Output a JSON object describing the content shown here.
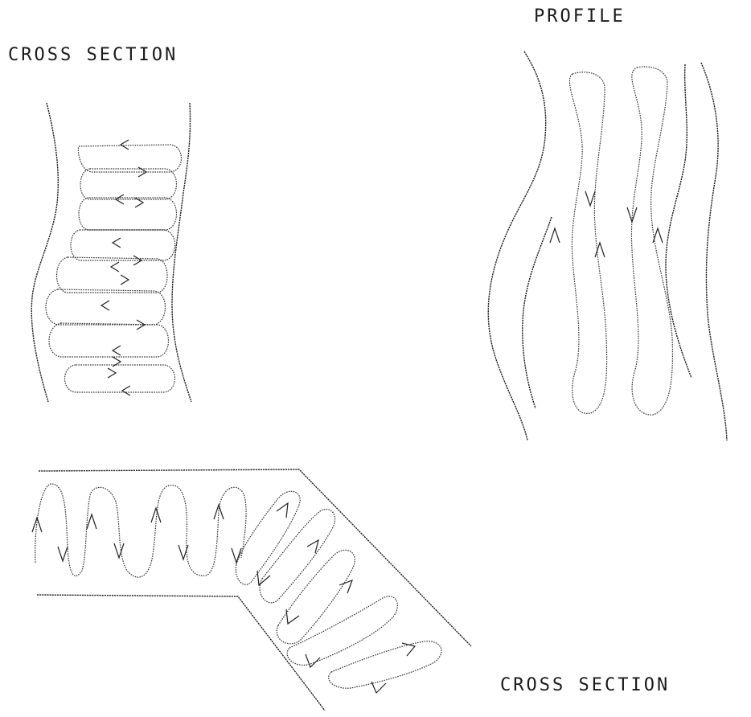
{
  "captions": {
    "top_left": "CROSS SECTION",
    "top_right": "PROFILE",
    "bottom_right": "CROSS SECTION"
  }
}
